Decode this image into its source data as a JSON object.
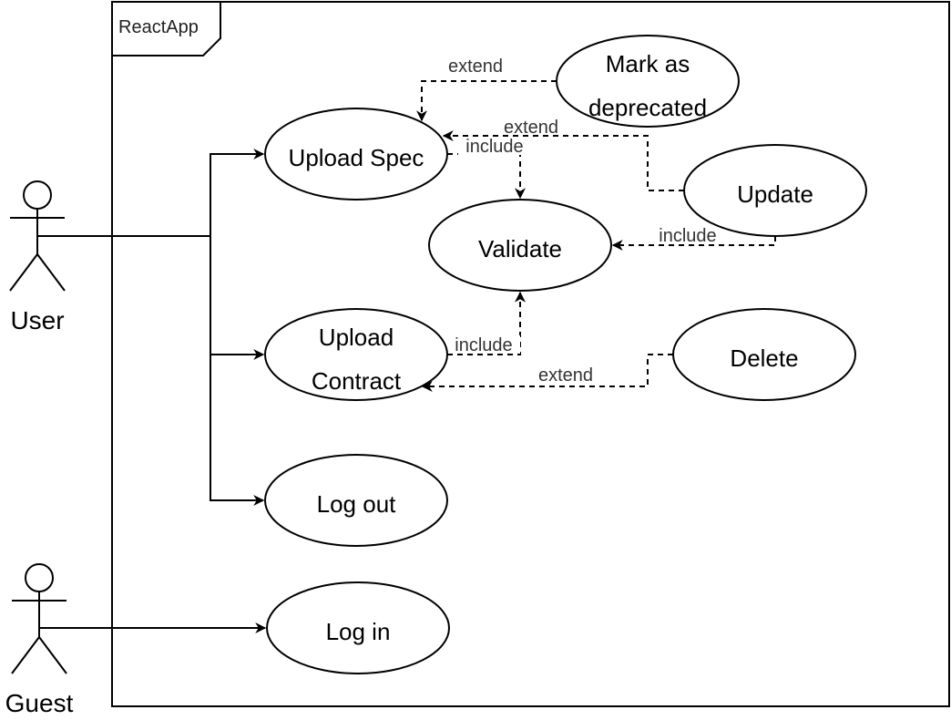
{
  "system": {
    "name": "ReactApp"
  },
  "actors": [
    {
      "id": "user",
      "label": "User"
    },
    {
      "id": "guest",
      "label": "Guest"
    }
  ],
  "use_cases": [
    {
      "id": "upload_spec",
      "lines": [
        "Upload Spec"
      ]
    },
    {
      "id": "validate",
      "lines": [
        "Validate"
      ]
    },
    {
      "id": "upload_contract",
      "lines": [
        "Upload",
        "Contract"
      ]
    },
    {
      "id": "log_out",
      "lines": [
        "Log out"
      ]
    },
    {
      "id": "log_in",
      "lines": [
        "Log in"
      ]
    },
    {
      "id": "mark_deprecated",
      "lines": [
        "Mark as",
        "deprecated"
      ]
    },
    {
      "id": "update",
      "lines": [
        "Update"
      ]
    },
    {
      "id": "delete",
      "lines": [
        "Delete"
      ]
    }
  ],
  "relations": [
    {
      "id": "user_upload_spec",
      "from": "user",
      "to": "upload_spec",
      "type": "association",
      "label": ""
    },
    {
      "id": "user_upload_contract",
      "from": "user",
      "to": "upload_contract",
      "type": "association",
      "label": ""
    },
    {
      "id": "user_log_out",
      "from": "user",
      "to": "log_out",
      "type": "association",
      "label": ""
    },
    {
      "id": "guest_log_in",
      "from": "guest",
      "to": "log_in",
      "type": "association",
      "label": ""
    },
    {
      "id": "mark_extend_spec",
      "from": "mark_deprecated",
      "to": "upload_spec",
      "type": "dependency",
      "label": "extend"
    },
    {
      "id": "update_extend_spec",
      "from": "update",
      "to": "upload_spec",
      "type": "dependency",
      "label": "extend"
    },
    {
      "id": "spec_include_validate",
      "from": "upload_spec",
      "to": "validate",
      "type": "dependency",
      "label": "include"
    },
    {
      "id": "update_include_validate",
      "from": "update",
      "to": "validate",
      "type": "dependency",
      "label": "include"
    },
    {
      "id": "contract_include_validate",
      "from": "upload_contract",
      "to": "validate",
      "type": "dependency",
      "label": "include"
    },
    {
      "id": "delete_extend_contract",
      "from": "delete",
      "to": "upload_contract",
      "type": "dependency",
      "label": "extend"
    }
  ]
}
